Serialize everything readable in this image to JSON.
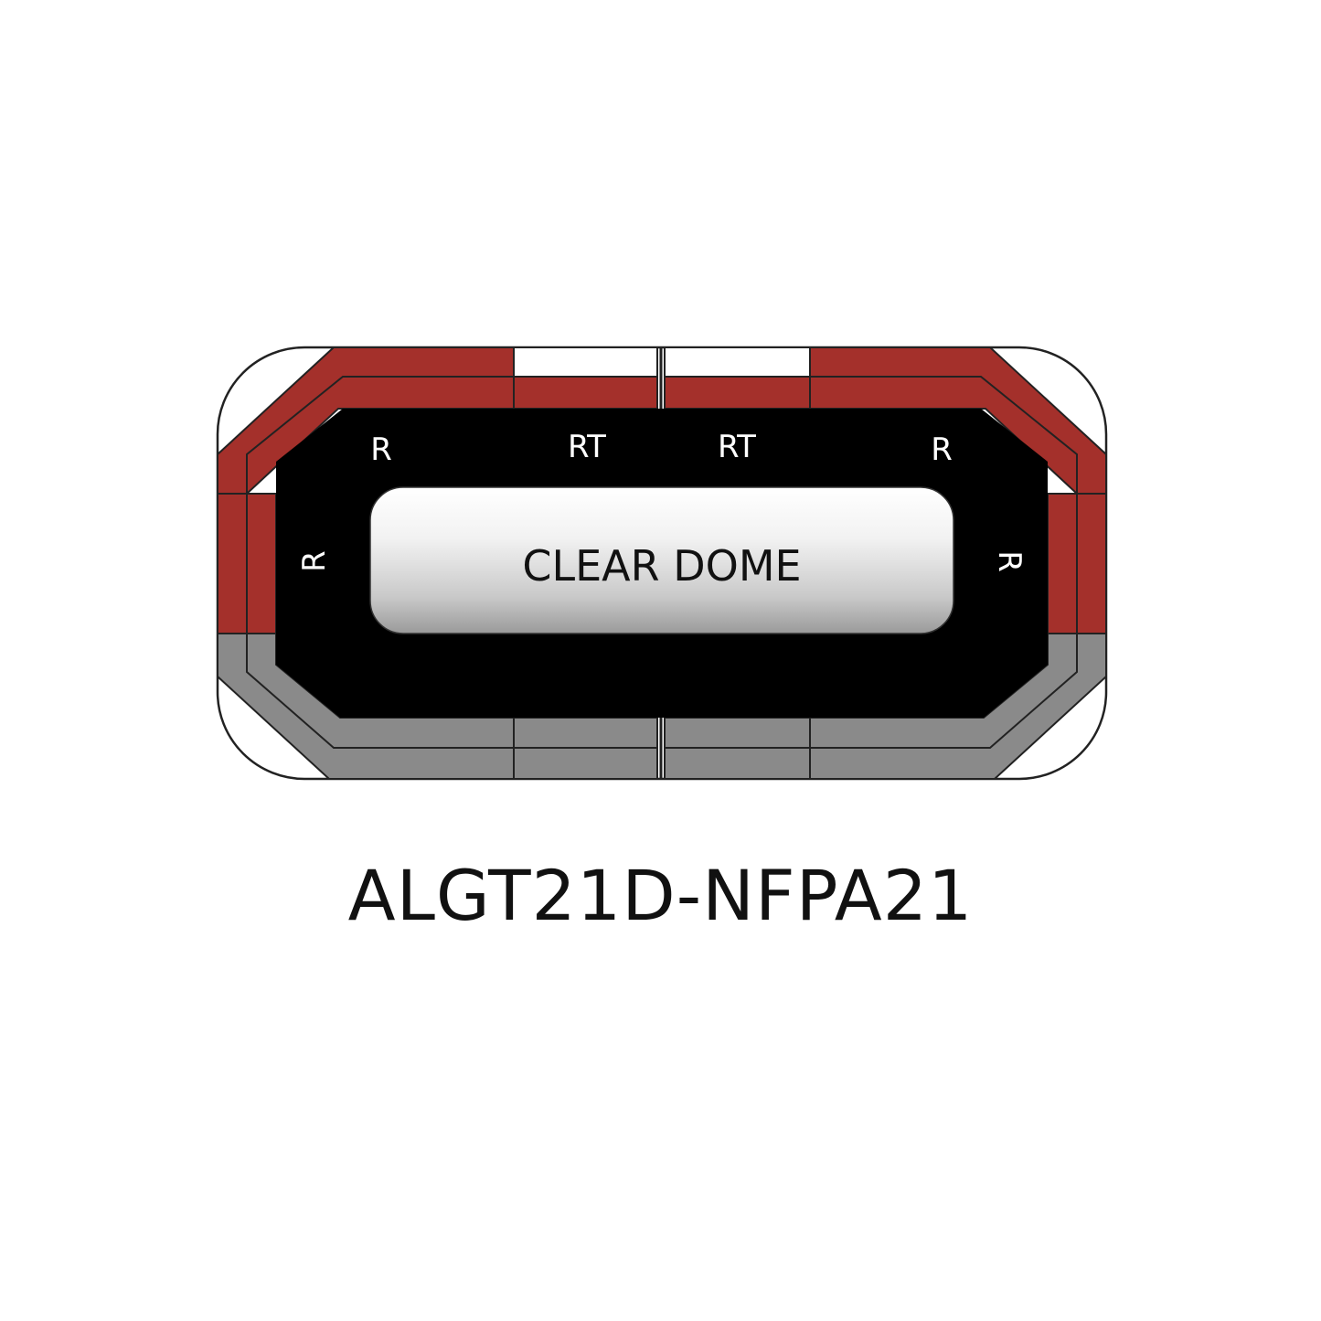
{
  "diagram": {
    "model": "ALGT21D-NFPA21",
    "dome_label": "CLEAR DOME",
    "module_labels": {
      "top_left": "R",
      "top_center_left": "RT",
      "top_center_right": "RT",
      "top_right": "R",
      "side_left": "R",
      "side_right": "R"
    }
  },
  "colors": {
    "red_lens": "#a4302b",
    "grey_lens": "#8a8a8a",
    "body": "#000000",
    "outline": "#222222",
    "background": "#ffffff"
  }
}
